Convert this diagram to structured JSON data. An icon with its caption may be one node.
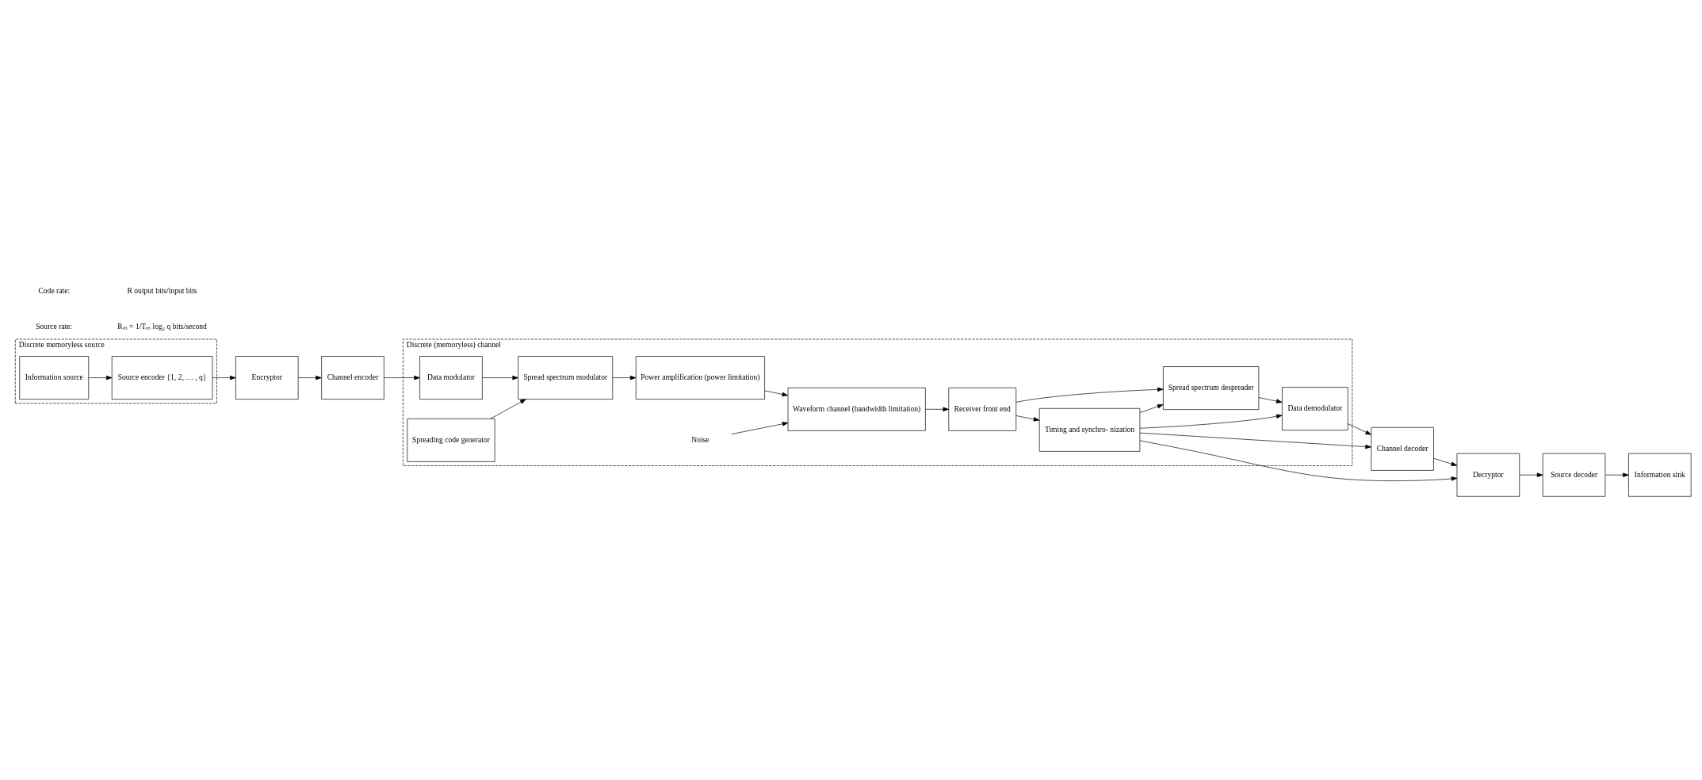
{
  "diagram": {
    "nodes": [
      {
        "text": [
          "Discrete memoryless source"
        ]
      },
      {
        "text": [
          "Information source"
        ],
        "in": 0
      },
      {
        "text": [
          "Source encoder {1, 2, … , q}"
        ],
        "in": 0
      },
      {
        "text": [
          "Encryptor"
        ]
      },
      {
        "text": [
          "Channel encoder"
        ]
      },
      {
        "text": [
          "Discrete (memoryless) channel"
        ]
      },
      {
        "text": [
          "Data modulator"
        ],
        "in": 5
      },
      {
        "text": [
          "Spread spectrum modulator"
        ],
        "in": 5
      },
      {
        "text": [
          "Power amplification (power limitation)"
        ],
        "in": 5
      },
      {
        "text": [
          "Spreading code generator"
        ],
        "in": 5
      },
      {
        "text": [
          "Noise"
        ],
        "in": 5
      },
      {
        "text": [
          "Waveform channel (bandwidth limitation)"
        ],
        "in": 5
      },
      {
        "text": [
          "Timing and synchro- nization"
        ],
        "in": 5
      },
      {
        "text": [
          "Data demodulator"
        ],
        "in": 5
      },
      {
        "text": [
          "Spread spectrum despreader"
        ],
        "in": 5
      },
      {
        "text": [
          "Receiver front end"
        ],
        "in": 5
      },
      {
        "text": [
          "Channel decoder"
        ]
      },
      {
        "text": [
          "Decryptor"
        ]
      },
      {
        "text": [
          "Source decoder"
        ]
      },
      {
        "text": [
          "Information sink"
        ]
      }
    ],
    "edges": [
      {
        "from": 1,
        "to": 2,
        "arrow": "to"
      },
      {
        "from": 2,
        "to": 3,
        "arrow": "to"
      },
      {
        "from": 3,
        "to": 4,
        "arrow": "to"
      },
      {
        "from": 4,
        "to": 6,
        "arrow": "to"
      },
      {
        "from": 6,
        "to": 7,
        "arrow": "to"
      },
      {
        "from": 7,
        "to": 8,
        "arrow": "to"
      },
      {
        "from": 9,
        "to": 7,
        "arrow": "to"
      },
      {
        "from": 8,
        "to": 11,
        "arrow": "to"
      },
      {
        "from": 10,
        "to": 11,
        "arrow": "to"
      },
      {
        "from": 11,
        "to": 15,
        "arrow": "to"
      },
      {
        "from": 15,
        "to": 14,
        "arrow": "to"
      },
      {
        "from": 15,
        "to": 12,
        "arrow": "to"
      },
      {
        "from": 12,
        "to": 17,
        "arrow": "to"
      },
      {
        "from": 12,
        "to": 16,
        "arrow": "to"
      },
      {
        "from": 12,
        "to": 13,
        "arrow": "to"
      },
      {
        "from": 12,
        "to": 14,
        "arrow": "to"
      },
      {
        "from": 14,
        "to": 13,
        "arrow": "to"
      },
      {
        "from": 13,
        "to": 16,
        "arrow": "to"
      },
      {
        "from": 16,
        "to": 17,
        "arrow": "to"
      },
      {
        "from": 17,
        "to": 18,
        "arrow": "to"
      },
      {
        "from": 18,
        "to": 19,
        "arrow": "to"
      }
    ],
    "labels": [
      "Source rate:",
      "Rₘ = 1/Tₘ log₂ q bits/second",
      "Code rate:",
      "R output bits/input bits"
    ]
  }
}
